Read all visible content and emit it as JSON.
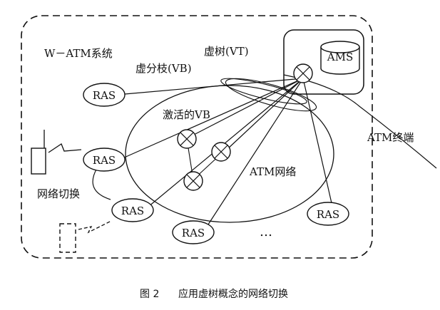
{
  "system_label": "W－ATM系统",
  "labels": {
    "virtual_branch": "虚分枝(VB)",
    "virtual_tree": "虚树(VT)",
    "activated_vb": "激活的VB",
    "atm_network": "ATM网络",
    "atm_terminal": "ATM终端",
    "network_handover": "网络切换",
    "ams": "AMS",
    "ellipsis": "…"
  },
  "ras_nodes": [
    "RAS",
    "RAS",
    "RAS",
    "RAS",
    "RAS"
  ],
  "caption": {
    "number": "图 2",
    "text": "应用虚树概念的网络切换"
  }
}
